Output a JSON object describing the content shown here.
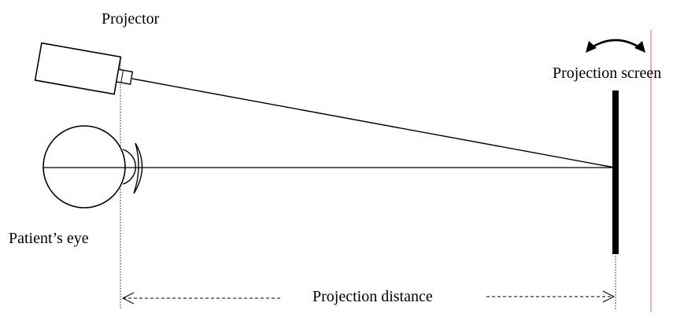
{
  "labels": {
    "projector": "Projector",
    "projection_screen": "Projection screen",
    "patients_eye": "Patient’s eye",
    "projection_distance": "Projection distance"
  },
  "colors": {
    "ink": "#000000",
    "reference_line": "#e06060"
  }
}
